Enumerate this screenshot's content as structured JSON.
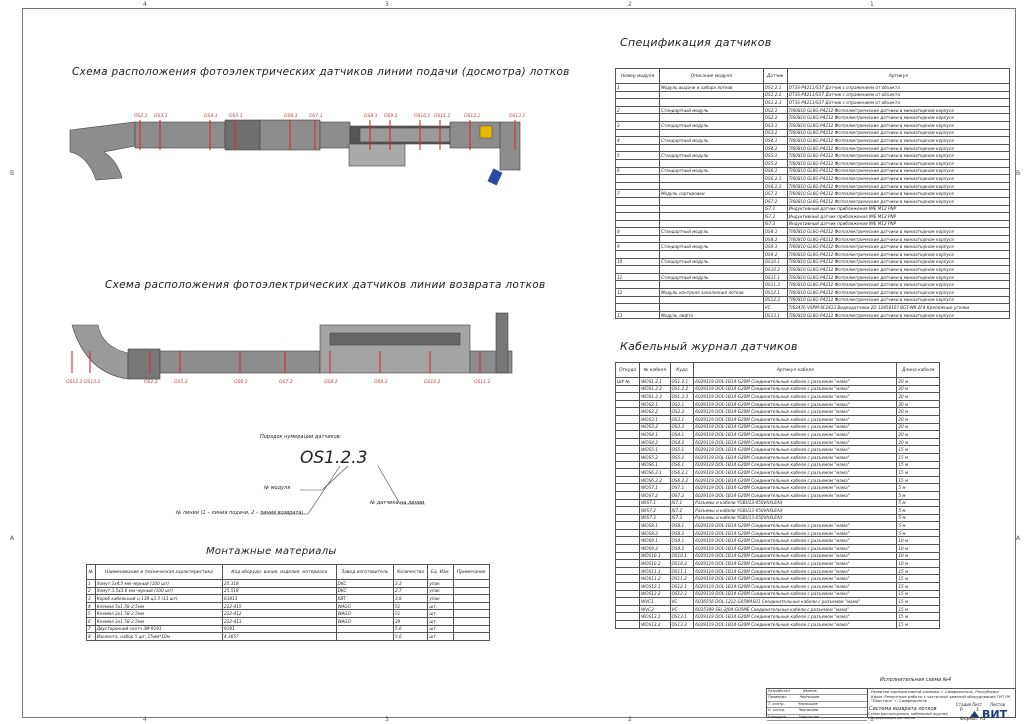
{
  "schema_feed_title": "Схема расположения фотоэлектрических датчиков линии подачи (досмотра) лотков",
  "schema_return_title": "Схема расположения фотоэлектрических датчиков линии возврата лотков",
  "sensors_spec_title": "Спецификация датчиков",
  "cable_journal_title": "Кабельный журнал датчиков",
  "materials_title": "Монтажные материалы",
  "numbering": {
    "caption": "Порядок нумерации датчиков:",
    "example": "OS1.2.3",
    "module_label": "№ модуля",
    "line_label": "№ линии (1 – линия подачи, 2 – линия возврата)",
    "sensor_label": "№ датчика на линии"
  },
  "feed_sensor_labels": [
    "OS2.1",
    "OS3.1",
    "OS4.1",
    "OS5.1",
    "OS6.1",
    "OS7.1",
    "OS8.1",
    "OS9.1",
    "OS10.1",
    "OS11.1",
    "OS12.1",
    "OS13.1"
  ],
  "return_sensor_labels": [
    "OS12.2",
    "OS13.2",
    "OS2.2",
    "OS5.2",
    "OS6.2",
    "OS7.2",
    "OS8.2",
    "OS9.2",
    "OS10.2",
    "OS11.2"
  ],
  "spec_headers": [
    "Номер модуля",
    "Описание модуля",
    "Датчик",
    "Артикул"
  ],
  "spec_rows": [
    [
      "1",
      "Модуль выдачи и забора лотков",
      "OS1.2.1",
      "OT3S-P4211/S37 Датчик с отражением от объекта"
    ],
    [
      "",
      "",
      "OS1.2.2",
      "OT3S-P4211/S37 Датчик с отражением от объекта"
    ],
    [
      "",
      "",
      "OS1.2.3",
      "OT3S-P4211/S37 Датчик с отражением от объекта"
    ],
    [
      "2",
      "Стандартный модуль",
      "OS2.1",
      "TI60810 GL6G-P4212 Фотоэлектрические датчики в миниатюрном корпусе"
    ],
    [
      "",
      "",
      "OS2.2",
      "TI60810 GL6G-P4212 Фотоэлектрические датчики в миниатюрном корпусе"
    ],
    [
      "3",
      "Стандартный модуль",
      "OS3.1",
      "TI60810 GL6G-P4212 Фотоэлектрические датчики в миниатюрном корпусе"
    ],
    [
      "",
      "",
      "OS3.2",
      "TI60810 GL6G-P4212 Фотоэлектрические датчики в миниатюрном корпусе"
    ],
    [
      "4",
      "Стандартный модуль",
      "OS4.1",
      "TI60810 GL6G-P4212 Фотоэлектрические датчики в миниатюрном корпусе"
    ],
    [
      "",
      "",
      "OS4.2",
      "TI60810 GL6G-P4212 Фотоэлектрические датчики в миниатюрном корпусе"
    ],
    [
      "5",
      "Стандартный модуль",
      "OS5.1",
      "TI60810 GL6G-P4212 Фотоэлектрические датчики в миниатюрном корпусе"
    ],
    [
      "",
      "",
      "OS5.2",
      "TI60810 GL6G-P4212 Фотоэлектрические датчики в миниатюрном корпусе"
    ],
    [
      "6",
      "Стандартный модуль",
      "OS6.1",
      "TI60810 GL6G-P4212 Фотоэлектрические датчики в миниатюрном корпусе"
    ],
    [
      "",
      "",
      "OS6.2.1",
      "TI60810 GL6G-P4212 Фотоэлектрические датчики в миниатюрном корпусе"
    ],
    [
      "",
      "",
      "OS6.2.2",
      "TI60810 GL6G-P4212 Фотоэлектрические датчики в миниатюрном корпусе"
    ],
    [
      "7",
      "Модуль сортировки",
      "OS7.1",
      "TI60810 GL6G-P4212 Фотоэлектрические датчики в миниатюрном корпусе"
    ],
    [
      "",
      "",
      "OS7.2",
      "TI60810 GL6G-P4212 Фотоэлектрические датчики в миниатюрном корпусе"
    ],
    [
      "",
      "",
      "IS7.1",
      "Индуктивный датчик приближения IME M12 PNP"
    ],
    [
      "",
      "",
      "IS7.2",
      "Индуктивный датчик приближения IME M12 PNP"
    ],
    [
      "",
      "",
      "IS7.3",
      "Индуктивный датчик приближения IME M12 PNP"
    ],
    [
      "8",
      "Стандартный модуль",
      "OS8.1",
      "TI60810 GL6G-P4212 Фотоэлектрические датчики в миниатюрном корпусе"
    ],
    [
      "",
      "",
      "OS8.2",
      "TI60810 GL6G-P4212 Фотоэлектрические датчики в миниатюрном корпусе"
    ],
    [
      "9",
      "Стандартный модуль",
      "OS9.1",
      "TI60810 GL6G-P4212 Фотоэлектрические датчики в миниатюрном корпусе"
    ],
    [
      "",
      "",
      "OS9.2",
      "TI60810 GL6G-P4212 Фотоэлектрические датчики в миниатюрном корпусе"
    ],
    [
      "10",
      "Стандартный модуль",
      "OS10.1",
      "TI60810 GL6G-P4212 Фотоэлектрические датчики в миниатюрном корпусе"
    ],
    [
      "",
      "",
      "OS10.2",
      "TI60810 GL6G-P4212 Фотоэлектрические датчики в миниатюрном корпусе"
    ],
    [
      "11",
      "Стандартный модуль",
      "OS11.1",
      "TI60810 GL6G-P4212 Фотоэлектрические датчики в миниатюрном корпусе"
    ],
    [
      "",
      "",
      "OS11.2",
      "TI60810 GL6G-P4212 Фотоэлектрические датчики в миниатюрном корпусе"
    ],
    [
      "12",
      "Модуль контроля заполнения лотков",
      "OS12.1",
      "TI60810 GL6G-P4212 Фотоэлектрические датчики в миниатюрном корпусе"
    ],
    [
      "",
      "",
      "OS12.2",
      "TI60810 GL6G-P4212 Фотоэлектрические датчики в миниатюрном корпусе"
    ],
    [
      "",
      "",
      "VC",
      "TI62476 VSPM-6F2413 Видеодатчики 2D 1245616? BGT-WK-2F4 Крепежные уголки"
    ],
    [
      "13",
      "Модуль лифта",
      "OS13.1",
      "TI60810 GL6G-P4212 Фотоэлектрические датчики в миниатюрном корпусе"
    ]
  ],
  "cable_headers": [
    "Откуда",
    "№ кабеля",
    "Куда",
    "Артикул кабеля",
    "Длина кабеля"
  ],
  "cable_rows": [
    [
      "ШУ №",
      "WOS1.2.1",
      "OS1.2.1",
      "6029119 DOL-1B14-G20M Соединительные кабели с разъемом \"мама\"",
      "20 м"
    ],
    [
      "",
      "WOS1.2.2",
      "OS1.2.2",
      "6029119 DOL-1B14-G20M Соединительные кабели с разъемом \"мама\"",
      "20 м"
    ],
    [
      "",
      "WOS1.2.3",
      "OS1.2.3",
      "6029119 DOL-1B14-G20M Соединительные кабели с разъемом \"мама\"",
      "20 м"
    ],
    [
      "",
      "WOS2.1",
      "OS2.1",
      "6029119 DOL-1B14-G20M Соединительные кабели с разъемом \"мама\"",
      "20 м"
    ],
    [
      "",
      "WOS2.2",
      "OS2.2",
      "6029119 DOL-1B14-G20M Соединительные кабели с разъемом \"мама\"",
      "20 м"
    ],
    [
      "",
      "WOS3.1",
      "OS3.1",
      "6029119 DOL-1B14-G20M Соединительные кабели с разъемом \"мама\"",
      "20 м"
    ],
    [
      "",
      "WOS3.2",
      "OS3.2",
      "6029119 DOL-1B14-G20M Соединительные кабели с разъемом \"мама\"",
      "20 м"
    ],
    [
      "",
      "WOS4.1",
      "OS4.1",
      "6029119 DOL-1B14-G20M Соединительные кабели с разъемом \"мама\"",
      "20 м"
    ],
    [
      "",
      "WOS4.2",
      "OS4.2",
      "6029119 DOL-1B14-G20M Соединительные кабели с разъемом \"мама\"",
      "20 м"
    ],
    [
      "",
      "WOS5.1",
      "OS5.1",
      "6029119 DOL-1B14-G20M Соединительные кабели с разъемом \"мама\"",
      "15 м"
    ],
    [
      "",
      "WOS5.2",
      "OS5.2",
      "6029119 DOL-1B14-G20M Соединительные кабели с разъемом \"мама\"",
      "15 м"
    ],
    [
      "",
      "WOS6.1",
      "OS6.1",
      "6029119 DOL-1B14-G20M Соединительные кабели с разъемом \"мама\"",
      "15 м"
    ],
    [
      "",
      "WOS6.2.1",
      "OS6.2.1",
      "6029119 DOL-1B14-G20M Соединительные кабели с разъемом \"мама\"",
      "15 м"
    ],
    [
      "",
      "WOS6.2.2",
      "OS6.2.2",
      "6029119 DOL-1B14-G20M Соединительные кабели с разъемом \"мама\"",
      "15 м"
    ],
    [
      "",
      "WOS7.1",
      "OS7.1",
      "6029119 DOL-1B14-G20M Соединительные кабели с разъемом \"мама\"",
      "5 м"
    ],
    [
      "",
      "WOS7.2",
      "OS7.2",
      "6029119 DOL-1B14-G20M Соединительные кабели с разъемом \"мама\"",
      "5 м"
    ],
    [
      "",
      "WIS7.1",
      "IS7.1",
      "Разъемы и кабели YGBU13-050VAXLEAX",
      "5 м"
    ],
    [
      "",
      "WIS7.2",
      "IS7.2",
      "Разъемы и кабели YGBU13-050VAXLEAX",
      "5 м"
    ],
    [
      "",
      "WIS7.3",
      "IS7.3",
      "Разъемы и кабели YGBU13-050VAXLEAX",
      "5 м"
    ],
    [
      "",
      "WOS8.1",
      "OS8.1",
      "6029119 DOL-1B14-G20M Соединительные кабели с разъемом \"мама\"",
      "5 м"
    ],
    [
      "",
      "WOS8.2",
      "OS8.2",
      "6029119 DOL-1B14-G20M Соединительные кабели с разъемом \"мама\"",
      "5 м"
    ],
    [
      "",
      "WOS9.1",
      "OS9.1",
      "6029119 DOL-1B14-G20M Соединительные кабели с разъемом \"мама\"",
      "10 м"
    ],
    [
      "",
      "WOS9.2",
      "OS9.2",
      "6029119 DOL-1B14-G20M Соединительные кабели с разъемом \"мама\"",
      "10 м"
    ],
    [
      "",
      "WOS10.1",
      "OS10.1",
      "6029119 DOL-1B14-G20M Соединительные кабели с разъемом \"мама\"",
      "10 м"
    ],
    [
      "",
      "WOS10.2",
      "OS10.2",
      "6029119 DOL-1B14-G20M Соединительные кабели с разъемом \"мама\"",
      "10 м"
    ],
    [
      "",
      "WOS11.1",
      "OS11.1",
      "6029119 DOL-1B14-G20M Соединительные кабели с разъемом \"мама\"",
      "15 м"
    ],
    [
      "",
      "WOS11.2",
      "OS11.2",
      "6029119 DOL-1B14-G20M Соединительные кабели с разъемом \"мама\"",
      "15 м"
    ],
    [
      "",
      "WOS12.1",
      "OS12.1",
      "6029119 DOL-1B14-G20M Соединительные кабели с разъемом \"мама\"",
      "15 м"
    ],
    [
      "",
      "WOS12.2",
      "OS12.2",
      "6029119 DOL-1B14-G20M Соединительные кабели с разъемом \"мама\"",
      "15 м"
    ],
    [
      "",
      "WVC1",
      "VC",
      "6036556 DOL-1212-G05MAS01 Соединительные кабели с разъемом \"мама\"",
      "15 м"
    ],
    [
      "",
      "WVC2",
      "VC",
      "6035389 SSL-2J04-G05ME Соединительные кабели с разъемом \"мама\"",
      "15 м"
    ],
    [
      "",
      "WOS13.1",
      "OS13.1",
      "6029119 DOL-1B14-G20M Соединительные кабели с разъемом \"мама\"",
      "15 м"
    ],
    [
      "",
      "WOS13.2",
      "OS13.2",
      "6029119 DOL-1B14-G20M Соединительные кабели с разъемом \"мама\"",
      "15 м"
    ]
  ],
  "materials_headers": [
    "№",
    "Наименование и техническая характеристика",
    "Код оборудо- вания, изделия, материала",
    "Завод-изготовитель",
    "Количество",
    "Ед. Изм.",
    "Примечание"
  ],
  "materials_rows": [
    [
      "1",
      "Хомут 3х4.5 мм черный (100 шт)",
      "25.318",
      "DKC",
      "3.3",
      "упак",
      ""
    ],
    [
      "2",
      "Хомут 3.5х3.6 мм черный (100 шт)",
      "25.518",
      "DKC",
      "2.7",
      "упак",
      ""
    ],
    [
      "3",
      "Короб кабельный ц-138 ц3.5 (13 шт)",
      "63813",
      "KBT",
      "3.8",
      "упак",
      ""
    ],
    [
      "4",
      "Клемма 5х1.58-2.5мм",
      "222-415",
      "WAGO",
      "51",
      "шт.",
      ""
    ],
    [
      "5",
      "Клемма 2х1.58-2.5мм",
      "222-412",
      "WAGO",
      "51",
      "шт.",
      ""
    ],
    [
      "6",
      "Клемма 3х1.58-2.5мм",
      "222-413",
      "WAGO",
      "39",
      "шт.",
      ""
    ],
    [
      "7",
      "Двусторонний скотч 3M 9191",
      "9191",
      "",
      "5.6",
      "шт.",
      ""
    ],
    [
      "8",
      "Изолента, набор 5 шт, 15мм*10м",
      "4.3657",
      "",
      "5.6",
      "шт.",
      ""
    ]
  ],
  "title_block": {
    "doc_note": "Исполнительная схема №4",
    "project_text": "Развитие корпоративной клиники г. Симферополь, Республика Крым. Ремонтные работы с частичной заменой  оборудования ГУП РК \"Пристань\" г. Симферополь",
    "sheet_title": "Система возврата лотков",
    "drawing_title": "Схема расположения, кабельный журнал, спецификация датчиков",
    "stage_label": "Стадия",
    "sheet_label": "Лист",
    "sheets_label": "Листов",
    "stage_value": "Р",
    "sheet_value": "1",
    "format": "Формат А3",
    "company": "ВИТ",
    "roles": [
      "Разработал",
      "Проверил",
      "Т. контр.",
      "Н. контр.",
      "Утвердил"
    ],
    "names": [
      "Иванов",
      "Чернышев",
      "Чернышев",
      "Чернышев",
      "Чернышев"
    ],
    "col_headers": [
      "Изм.",
      "Кол.уч",
      "Лист",
      "№ док.",
      "Подпись",
      "Дата"
    ]
  },
  "border_marks": {
    "top": [
      "4",
      "3",
      "2",
      "1"
    ],
    "bottom": [
      "4",
      "3",
      "2",
      "1"
    ],
    "left": [
      "B",
      "A"
    ],
    "right": [
      "B",
      "A"
    ]
  },
  "colors": {
    "line": "#444444",
    "red": "#d32f2f",
    "conveyor": "#8a8a8a",
    "dark": "#333333",
    "blue": "#2a4c9a",
    "yellow": "#e6b800"
  }
}
